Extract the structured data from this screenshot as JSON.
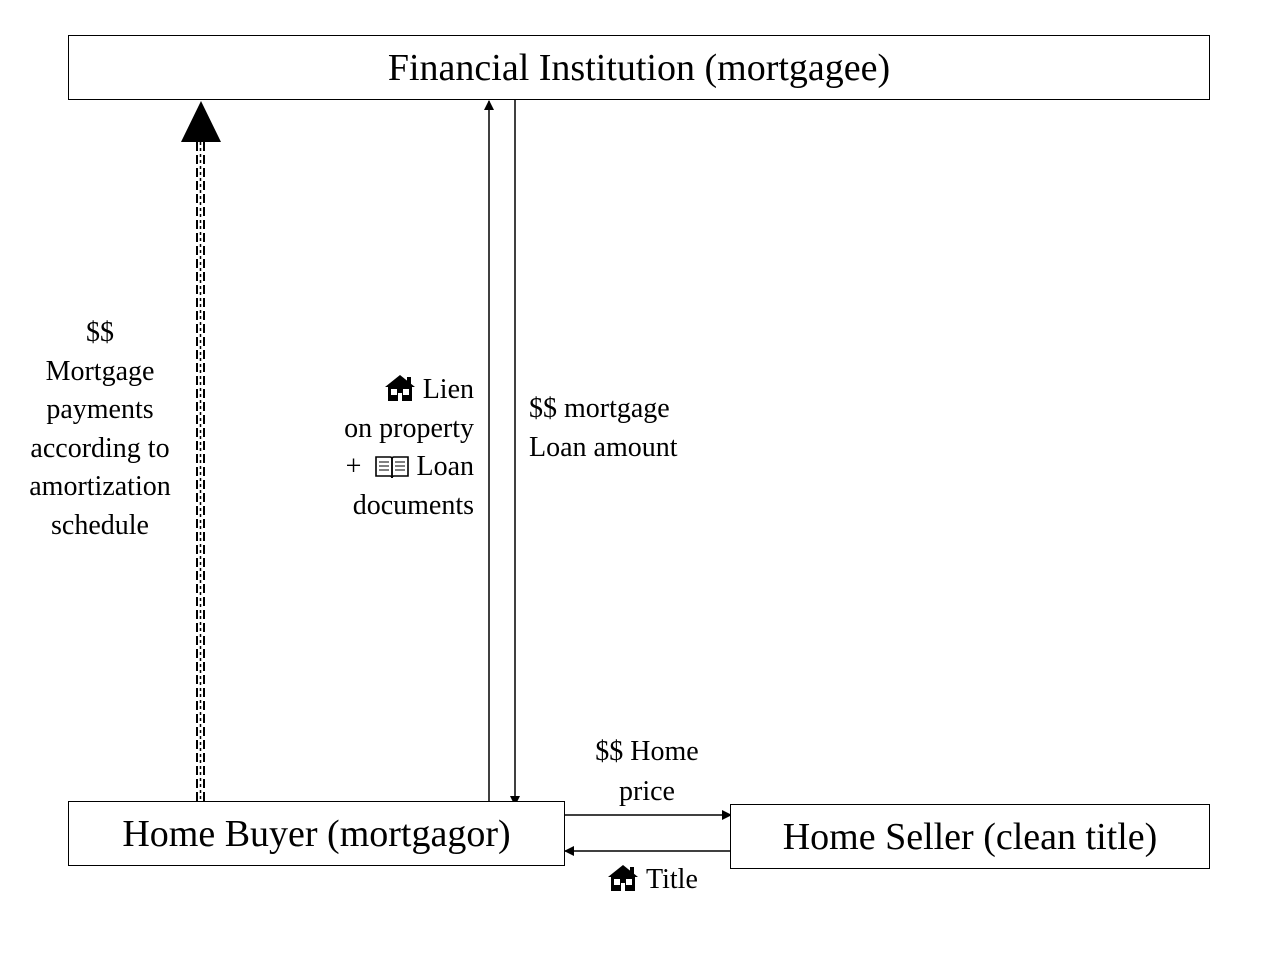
{
  "nodes": {
    "institution": "Financial Institution (mortgagee)",
    "buyer": "Home Buyer (mortgagor)",
    "seller": "Home Seller (clean title)"
  },
  "edges": {
    "payments": {
      "lines": [
        "$$",
        "Mortgage",
        "payments",
        "according to",
        "amortization",
        "schedule"
      ]
    },
    "lien": {
      "line1": "Lien",
      "line2": "on property",
      "line3_prefix": "+",
      "line3": "Loan",
      "line4": "documents",
      "icons": [
        "house-icon",
        "book-icon"
      ]
    },
    "loan": {
      "lines": [
        "$$ mortgage",
        "Loan amount"
      ]
    },
    "home_price": {
      "lines": [
        "$$ Home",
        "price"
      ]
    },
    "title": {
      "text": "Title",
      "icons": [
        "house-icon"
      ]
    }
  }
}
